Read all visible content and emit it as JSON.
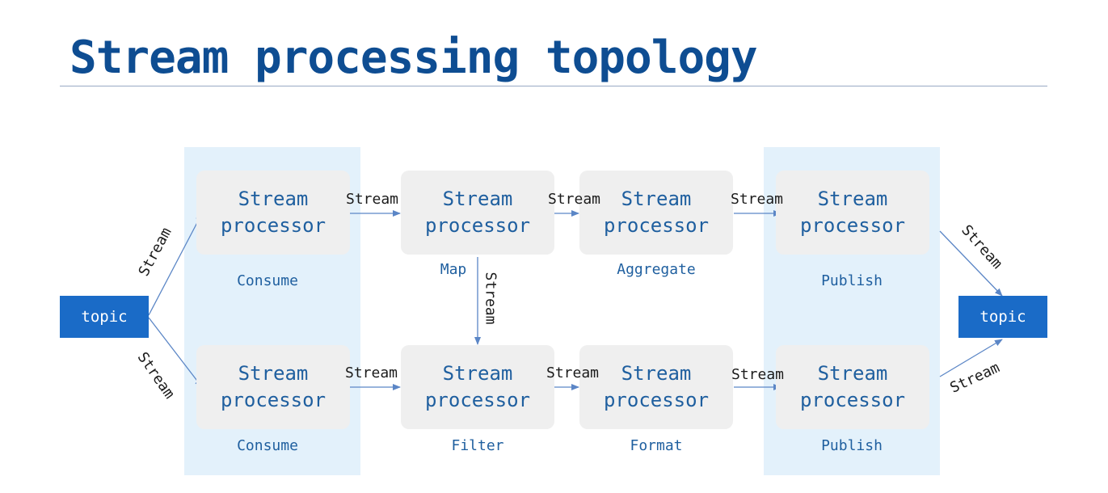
{
  "title": "Stream processing topology",
  "topics": {
    "source": "topic",
    "sink": "topic"
  },
  "processors": {
    "consume_top": {
      "line1": "Stream",
      "line2": "processor",
      "role": "Consume"
    },
    "consume_bottom": {
      "line1": "Stream",
      "line2": "processor",
      "role": "Consume"
    },
    "map": {
      "line1": "Stream",
      "line2": "processor",
      "role": "Map"
    },
    "filter": {
      "line1": "Stream",
      "line2": "processor",
      "role": "Filter"
    },
    "aggregate": {
      "line1": "Stream",
      "line2": "processor",
      "role": "Aggregate"
    },
    "format": {
      "line1": "Stream",
      "line2": "processor",
      "role": "Format"
    },
    "publish_top": {
      "line1": "Stream",
      "line2": "processor",
      "role": "Publish"
    },
    "publish_bottom": {
      "line1": "Stream",
      "line2": "processor",
      "role": "Publish"
    }
  },
  "edge_label": "Stream",
  "colors": {
    "title": "#0e4d92",
    "processor_text": "#1f5f9f",
    "topic_fill": "#1a6bc7",
    "lane_fill": "#e3f1fb",
    "processor_fill": "#efefef",
    "arrow": "#5b86c6"
  }
}
